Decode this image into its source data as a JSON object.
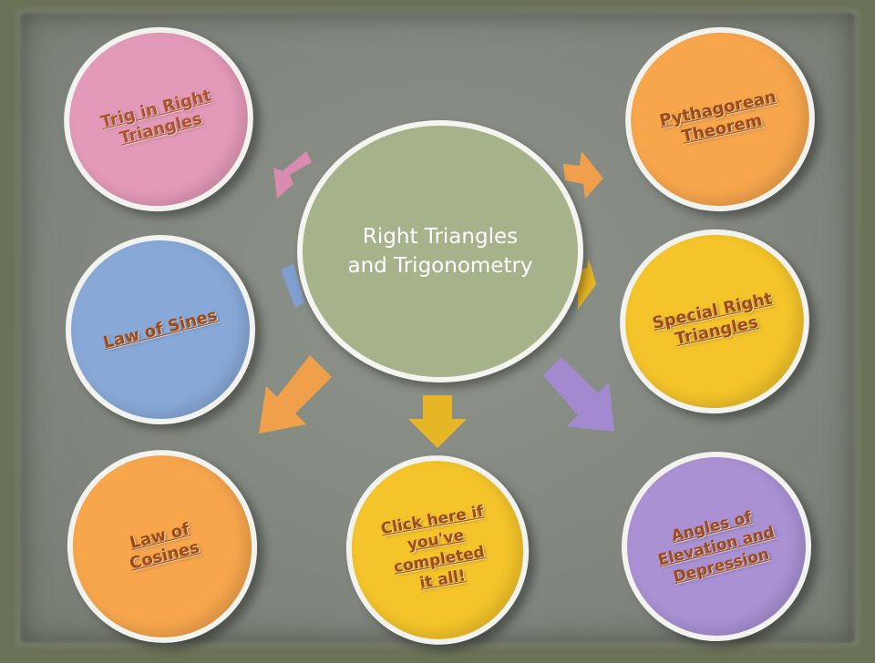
{
  "hub": {
    "title": "Right Triangles and Trigonometry"
  },
  "topics": [
    {
      "label": "Trig in Right Triangles",
      "color": "#e39ab8",
      "text_color": "#b0522a"
    },
    {
      "label": "Pythagorean Theorem",
      "color": "#f7a64c",
      "text_color": "#a14a14"
    },
    {
      "label": "Law of Sines",
      "color": "#88a9d8",
      "text_color": "#a14a14"
    },
    {
      "label": "Special Right Triangles",
      "color": "#f4c42a",
      "text_color": "#a14a14"
    },
    {
      "label": "Law of Cosines",
      "color": "#f7a64c",
      "text_color": "#a14a14"
    },
    {
      "label": "Click here if you've completed it all!",
      "color": "#f4c42a",
      "text_color": "#a14a14"
    },
    {
      "label": "Angles of Elevation and Depression",
      "color": "#a991d4",
      "text_color": "#a14a14"
    }
  ],
  "arrow_colors": {
    "pink": "#d98bb0",
    "orange": "#f0a04a",
    "yellow": "#e6b626",
    "blue": "#7f9fd0",
    "purple": "#a38ad0"
  }
}
